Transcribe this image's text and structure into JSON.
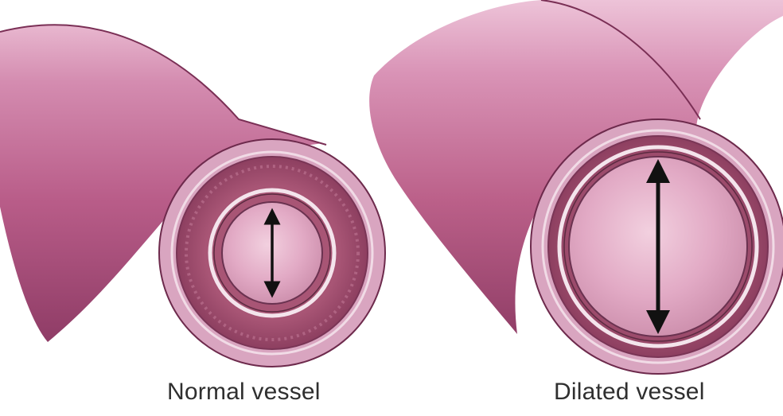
{
  "figure": {
    "labels": {
      "normal": "Normal vessel",
      "dilated": "Dilated vessel"
    },
    "colors": {
      "vessel_outer": "#b85a86",
      "vessel_highlight": "#e6b6cf",
      "vessel_shadow": "#8a3b62",
      "wall_outer": "#d7a2bd",
      "media": "#9b4b6b",
      "lumen": "#e0aac6",
      "arrow": "#111111"
    },
    "icons": {
      "normal_arrow": "double-headed-arrow",
      "dilated_arrow": "double-headed-arrow"
    }
  }
}
